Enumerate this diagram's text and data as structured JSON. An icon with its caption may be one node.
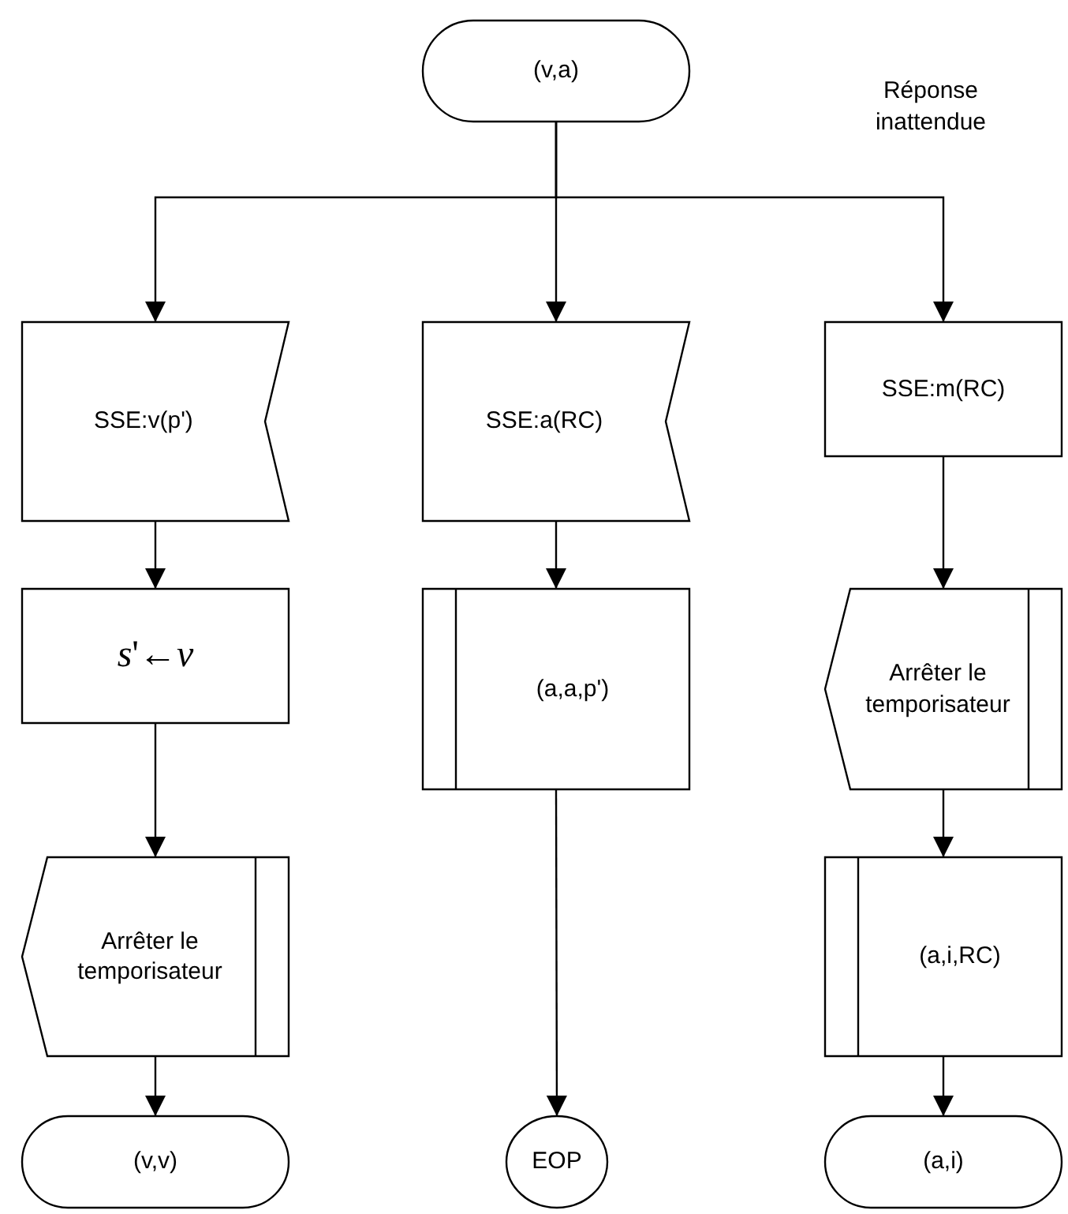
{
  "diagram": {
    "nodes": [
      {
        "text": [
          "(v,a)"
        ]
      },
      {
        "text": [
          "SSE:v(p')"
        ]
      },
      {
        "text": [
          "SSE:a(RC)"
        ]
      },
      {
        "text": [
          "SSE:m(RC)"
        ]
      },
      {
        "text": [
          "*s*'←*v*"
        ]
      },
      {
        "text": [
          "(a,a,p')"
        ]
      },
      {
        "text": [
          "Arrêter le temporisateur"
        ]
      },
      {
        "text": [
          "Arrêter le temporisateur"
        ]
      },
      {
        "text": [
          "(a,i,RC)"
        ]
      },
      {
        "text": [
          "(v,v)"
        ]
      },
      {
        "text": [
          "EOP"
        ]
      },
      {
        "text": [
          "(a,i)"
        ]
      }
    ],
    "edges": [
      {
        "from": 0,
        "to": 1,
        "arrow": "to"
      },
      {
        "from": 0,
        "to": 2,
        "arrow": "to"
      },
      {
        "from": 0,
        "to": 3,
        "arrow": "to"
      },
      {
        "from": 1,
        "to": 4,
        "arrow": "to"
      },
      {
        "from": 4,
        "to": 7,
        "arrow": "to"
      },
      {
        "from": 7,
        "to": 9,
        "arrow": "to"
      },
      {
        "from": 2,
        "to": 5,
        "arrow": "to"
      },
      {
        "from": 5,
        "to": 10,
        "arrow": "to"
      },
      {
        "from": 3,
        "to": 6,
        "arrow": "to"
      },
      {
        "from": 6,
        "to": 8,
        "arrow": "to"
      },
      {
        "from": 8,
        "to": 11,
        "arrow": "to"
      }
    ],
    "labels": [
      "Réponse inattendue"
    ]
  }
}
